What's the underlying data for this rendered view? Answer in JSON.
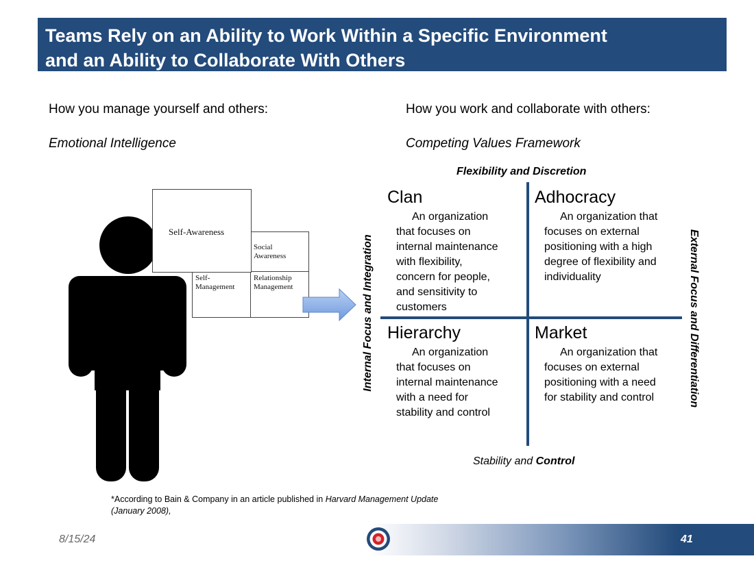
{
  "slide": {
    "title_line1": "Teams Rely on an Ability to Work Within a Specific Environment",
    "title_line2": "and an Ability to Collaborate With Others",
    "left_heading": "How you manage yourself and others:",
    "left_subheading": "Emotional Intelligence",
    "right_heading": "How you work and collaborate with others:",
    "right_subheading": "Competing Values Framework"
  },
  "ei_boxes": {
    "self_awareness": "Self-Awareness",
    "social_awareness_1": "Social",
    "social_awareness_2": "Awareness",
    "self_management_1": "Self-",
    "self_management_2": "Management",
    "relationship_management_1": "Relationship",
    "relationship_management_2": "Management"
  },
  "framework": {
    "top_axis": "Flexibility and Discretion",
    "bottom_axis_regular": "Stability and ",
    "bottom_axis_bold": "Control",
    "left_axis": "Internal Focus and Integration",
    "right_axis": "External Focus and Differentiation",
    "quadrants": [
      {
        "title": "Clan",
        "lines": [
          "An organization",
          "that focuses on",
          "internal maintenance",
          "with flexibility,",
          "concern for people,",
          "and sensitivity to",
          "customers"
        ]
      },
      {
        "title": "Adhocracy",
        "lines": [
          "An organization that",
          "focuses on external",
          "positioning with a high",
          "degree of flexibility and",
          "individuality"
        ]
      },
      {
        "title": "Hierarchy",
        "lines": [
          "An organization",
          "that focuses on",
          "internal maintenance",
          "with a need for",
          "stability and control"
        ]
      },
      {
        "title": "Market",
        "lines": [
          "An organization that",
          "focuses on external",
          "positioning with a need",
          "for stability and control"
        ]
      }
    ]
  },
  "footnote": {
    "prefix": "*According to Bain & Company in an article published in ",
    "italic_source": "Harvard Management Update",
    "line2": "(January 2008),"
  },
  "footer": {
    "date": "8/15/24",
    "page_number": "41"
  },
  "colors": {
    "title_bar": "#234b7b",
    "arrow_fill": "#8fb3e8",
    "axis_lines": "#234b7b",
    "logo_red": "#d0242b",
    "logo_blue": "#234b7b"
  },
  "icons": [
    "person-silhouette-icon",
    "right-arrow-icon",
    "roundel-logo-icon"
  ]
}
